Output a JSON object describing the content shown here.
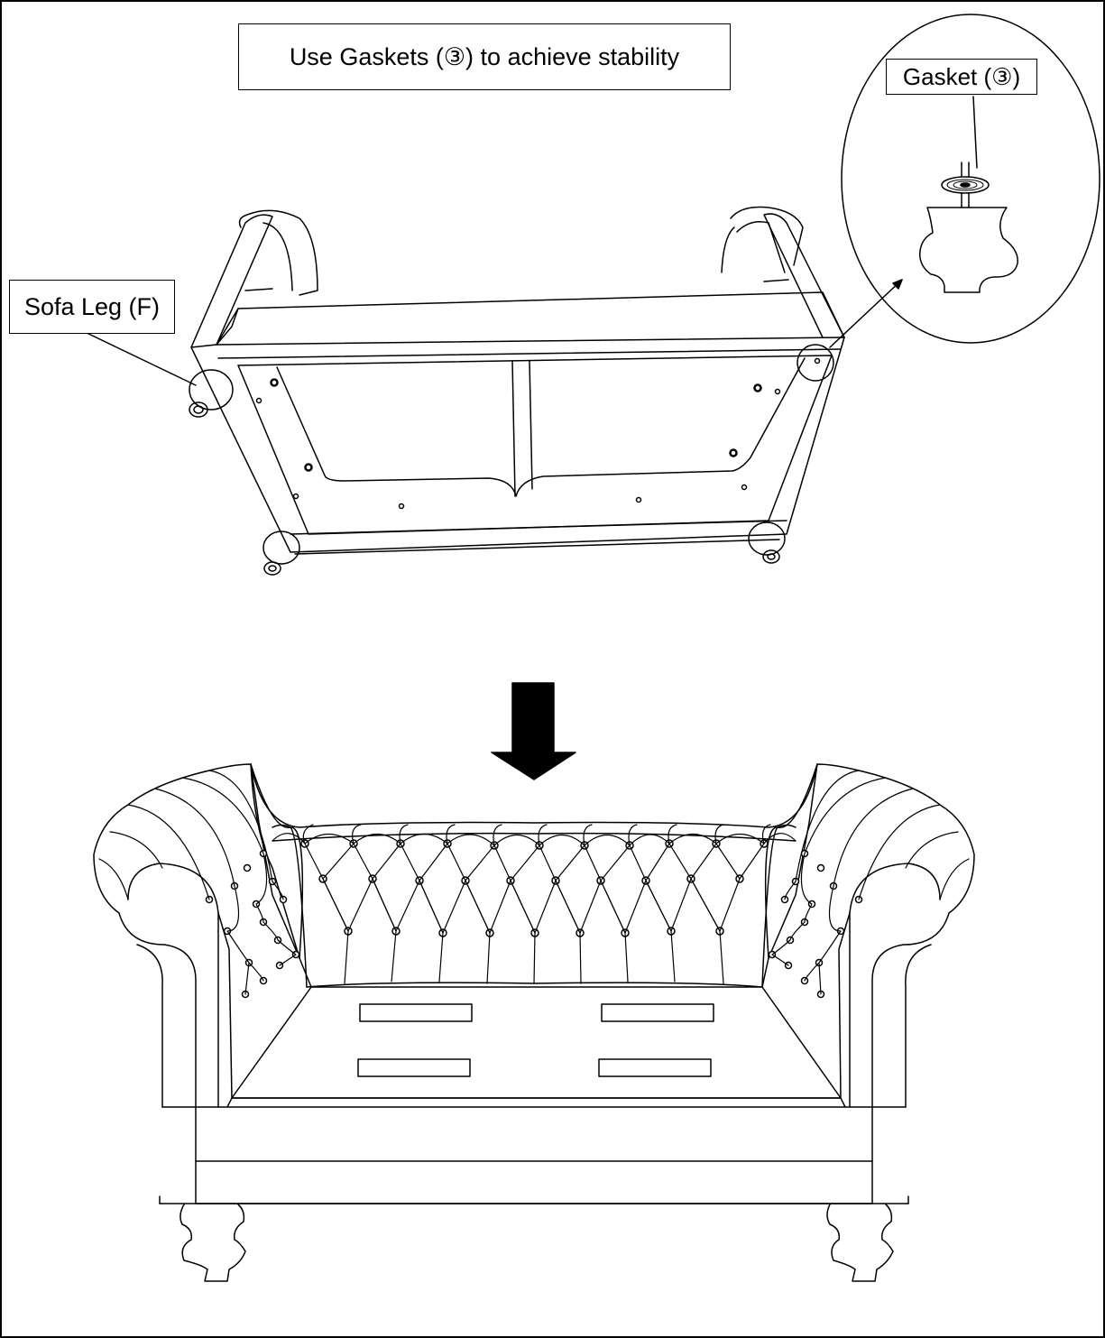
{
  "title": "Use Gaskets (③) to achieve stability",
  "labels": {
    "sofa_leg": "Sofa Leg (F)",
    "gasket": "Gasket (③)"
  },
  "icons": {
    "arrow": "down-arrow-icon"
  },
  "colors": {
    "line": "#000000",
    "background": "#ffffff"
  }
}
